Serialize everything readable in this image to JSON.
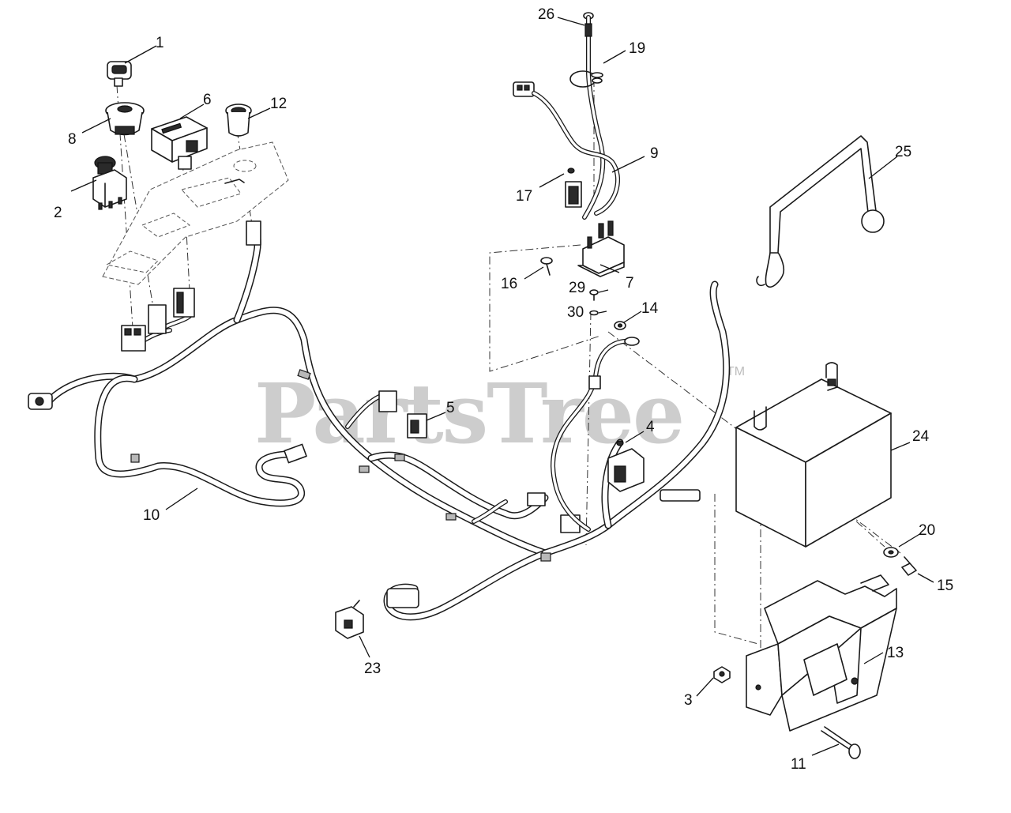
{
  "watermark": {
    "text": "PartsTree",
    "tm": "TM"
  },
  "callouts": [
    {
      "id": "1",
      "label": "1"
    },
    {
      "id": "2",
      "label": "2"
    },
    {
      "id": "3",
      "label": "3"
    },
    {
      "id": "4",
      "label": "4"
    },
    {
      "id": "5",
      "label": "5"
    },
    {
      "id": "6",
      "label": "6"
    },
    {
      "id": "7",
      "label": "7"
    },
    {
      "id": "8",
      "label": "8"
    },
    {
      "id": "9",
      "label": "9"
    },
    {
      "id": "10",
      "label": "10"
    },
    {
      "id": "11",
      "label": "11"
    },
    {
      "id": "12",
      "label": "12"
    },
    {
      "id": "13",
      "label": "13"
    },
    {
      "id": "14",
      "label": "14"
    },
    {
      "id": "15",
      "label": "15"
    },
    {
      "id": "16",
      "label": "16"
    },
    {
      "id": "17",
      "label": "17"
    },
    {
      "id": "19",
      "label": "19"
    },
    {
      "id": "20",
      "label": "20"
    },
    {
      "id": "23",
      "label": "23"
    },
    {
      "id": "24",
      "label": "24"
    },
    {
      "id": "25",
      "label": "25"
    },
    {
      "id": "26",
      "label": "26"
    },
    {
      "id": "29",
      "label": "29"
    },
    {
      "id": "30",
      "label": "30"
    }
  ]
}
